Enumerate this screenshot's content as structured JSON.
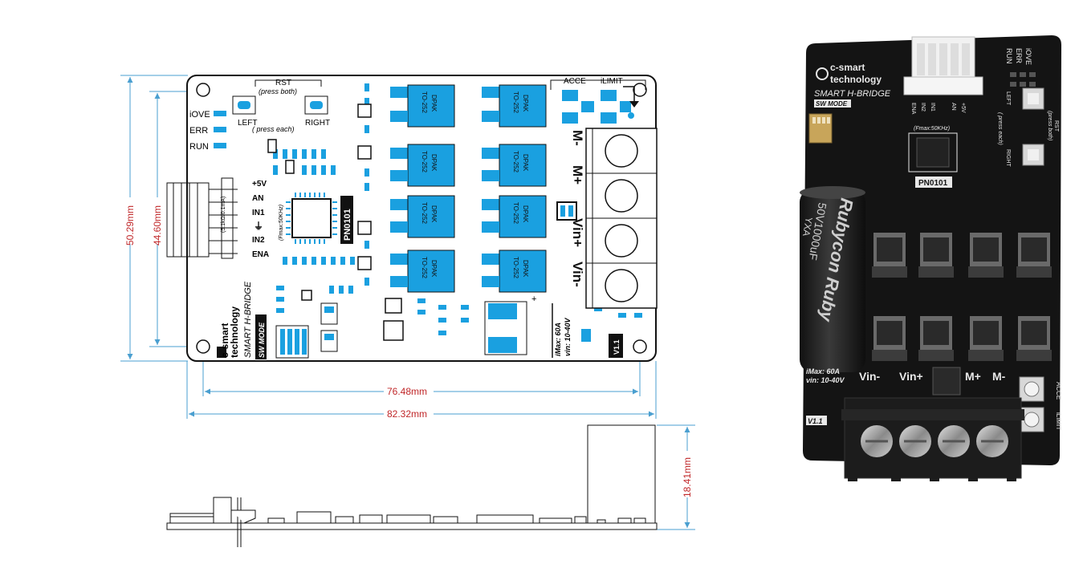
{
  "dimensions": {
    "height_outer": "50.29mm",
    "height_inner": "44.60mm",
    "width_inner": "76.48mm",
    "width_outer": "82.32mm",
    "depth": "18.41mm"
  },
  "board": {
    "rst_label": "RST",
    "press_both": "(press  both)",
    "left_label": "LEFT",
    "right_label": "RIGHT",
    "press_each": "( press each)",
    "status_leds": [
      "iOVE",
      "ERR",
      "RUN"
    ],
    "pins": [
      "+5V",
      "AN",
      "IN1",
      "IN2",
      "ENA"
    ],
    "pin_note": "(5.1kΩ/0.1mA)",
    "freq_note": "(Fmax:50KHz)",
    "part_number": "PN0101",
    "mosfet_pkg_a": "DPAK",
    "mosfet_pkg_b": "TO-252",
    "acce": "ACCE",
    "ilimit": "iLIMIT",
    "motor_plus": "M+",
    "motor_minus": "M-",
    "vin_plus": "Vin+",
    "vin_minus": "Vin-",
    "brand_line1": "c-smart",
    "brand_line2": "technology",
    "product_name": "SMART H-BRIDGE",
    "sw_mode": "SW MODE",
    "imax": "iMax: 60A",
    "vin_range": "vin: 10-40V",
    "version": "V1.1",
    "plus_sign": "+"
  },
  "photo": {
    "brand_line1": "c-smart",
    "brand_line2": "technology",
    "product_name": "SMART H-BRIDGE",
    "sw_mode": "SW MODE",
    "status_leds": [
      "iOVE",
      "ERR",
      "RUN"
    ],
    "pins": [
      "ENA",
      "IN2",
      "IN1",
      "AN",
      "+5V"
    ],
    "freq_note": "(Fmax:50KHz)",
    "left_label": "LEFT",
    "right_label": "RIGHT",
    "rst_label": "RST",
    "press_both": "(press  both)",
    "press_each": "( press each)",
    "part_number": "PN0101",
    "cap_brand": "Rubycon Ruby",
    "cap_value": "50V1000uF",
    "cap_series": "YXA",
    "imax": "iMax: 60A",
    "vin_range": "vin: 10-40V",
    "terminals": [
      "Vin-",
      "Vin+",
      "M+",
      "M-"
    ],
    "acce": "ACCE",
    "ilimit": "iLIMIT",
    "version": "V1.1"
  },
  "colors": {
    "line": "#111111",
    "pad_blue": "#1aa0e0",
    "dim_red": "#c0282a",
    "dim_line": "#4a9fd0",
    "pcb_black": "#141414",
    "silk_white": "#e8e8e8"
  }
}
